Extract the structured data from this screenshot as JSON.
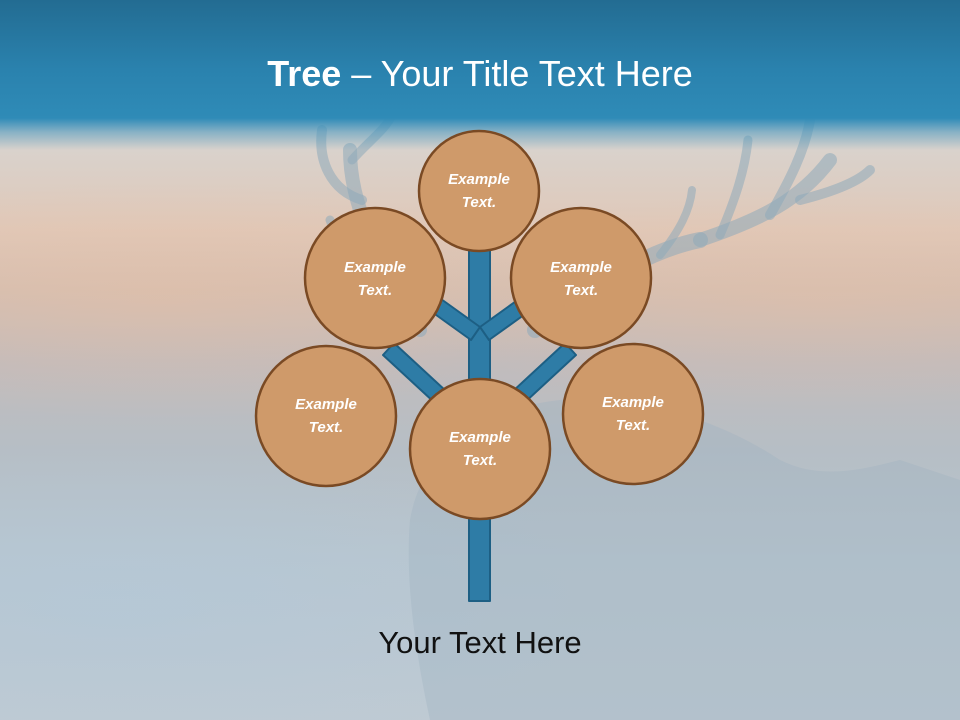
{
  "title": {
    "bold": "Tree",
    "rest": " – Your Title Text Here"
  },
  "nodes": [
    {
      "id": "top",
      "line1": "Example",
      "line2": "Text."
    },
    {
      "id": "upper-left",
      "line1": "Example",
      "line2": "Text."
    },
    {
      "id": "upper-right",
      "line1": "Example",
      "line2": "Text."
    },
    {
      "id": "lower-left",
      "line1": "Example",
      "line2": "Text."
    },
    {
      "id": "center",
      "line1": "Example",
      "line2": "Text."
    },
    {
      "id": "lower-right",
      "line1": "Example",
      "line2": "Text."
    }
  ],
  "footer": "Your Text Here",
  "colors": {
    "title_bar": "#2a82ae",
    "trunk_fill": "#2e7ca6",
    "trunk_stroke": "#1d5f84",
    "node_fill": "#cf9a6a",
    "node_stroke": "#7a4a24"
  }
}
